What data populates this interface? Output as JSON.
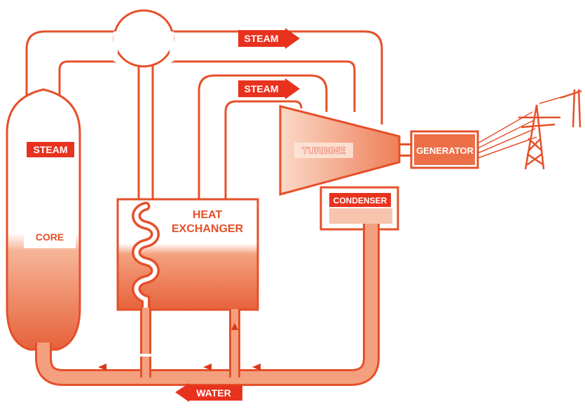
{
  "colors": {
    "line": "#e5502a",
    "fill_light": "#f4a07e",
    "fill_dark": "#e6623a",
    "label_bg": "#e8321e",
    "label_text": "#ffffff",
    "text": "#e5502a"
  },
  "labels": {
    "steam_top": "STEAM",
    "steam_middle": "STEAM",
    "steam_core": "STEAM",
    "core": "CORE",
    "heat_exchanger_line1": "HEAT",
    "heat_exchanger_line2": "EXCHANGER",
    "turbine": "TURBINE",
    "generator": "GENERATOR",
    "condenser": "CONDENSER",
    "water": "WATER"
  },
  "icons": {
    "transmission_tower": "transmission-tower-icon",
    "arrow": "arrow-right-icon"
  }
}
